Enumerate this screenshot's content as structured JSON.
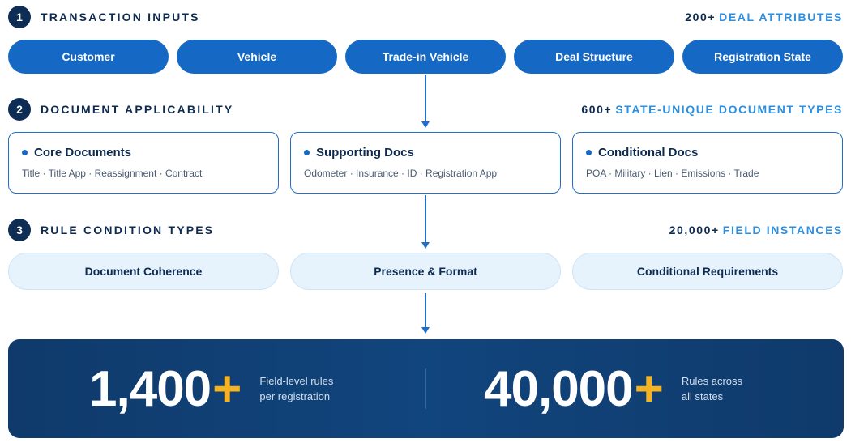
{
  "sections": [
    {
      "num": "1",
      "title": "TRANSACTION INPUTS",
      "stat_num": "200+",
      "stat_label": "DEAL ATTRIBUTES"
    },
    {
      "num": "2",
      "title": "DOCUMENT APPLICABILITY",
      "stat_num": "600+",
      "stat_label": "STATE-UNIQUE DOCUMENT TYPES"
    },
    {
      "num": "3",
      "title": "RULE CONDITION TYPES",
      "stat_num": "20,000+",
      "stat_label": "FIELD INSTANCES"
    }
  ],
  "inputs": [
    "Customer",
    "Vehicle",
    "Trade-in Vehicle",
    "Deal Structure",
    "Registration State"
  ],
  "docs": [
    {
      "title": "Core Documents",
      "items": "Title · Title App · Reassignment · Contract"
    },
    {
      "title": "Supporting Docs",
      "items": "Odometer · Insurance · ID · Registration App"
    },
    {
      "title": "Conditional Docs",
      "items": "POA · Military · Lien · Emissions · Trade"
    }
  ],
  "rules": [
    "Document Coherence",
    "Presence & Format",
    "Conditional Requirements"
  ],
  "metrics": [
    {
      "value": "1,400",
      "plus": "+",
      "desc_line1": "Field-level rules",
      "desc_line2": "per registration"
    },
    {
      "value": "40,000",
      "plus": "+",
      "desc_line1": "Rules across",
      "desc_line2": "all states"
    }
  ],
  "colors": {
    "navy": "#0e2d54",
    "primary_blue": "#1569c4",
    "accent_blue": "#2b8ee0",
    "accent_yellow": "#f5b324",
    "light_blue": "#e6f3fd"
  }
}
